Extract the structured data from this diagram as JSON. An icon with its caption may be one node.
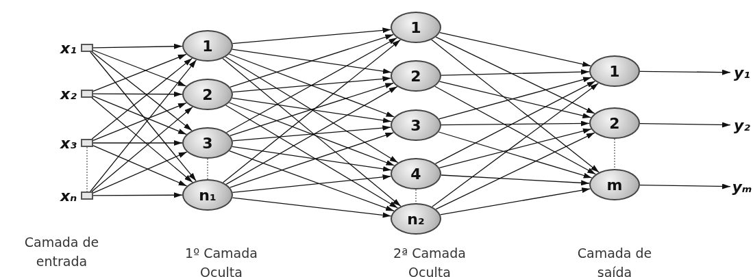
{
  "diagram": {
    "nodes": [
      {
        "text": [],
        "shape": "box",
        "beside": [
          "x₁"
        ]
      },
      {
        "text": [],
        "shape": "box",
        "beside": [
          "x₂"
        ]
      },
      {
        "text": [],
        "shape": "box",
        "beside": [
          "x₃"
        ]
      },
      {
        "text": [],
        "shape": "box",
        "beside": [
          "xₙ"
        ]
      },
      {
        "text": [
          "1"
        ]
      },
      {
        "text": [
          "2"
        ]
      },
      {
        "text": [
          "3"
        ]
      },
      {
        "text": [
          "n₁"
        ]
      },
      {
        "text": [
          "1"
        ]
      },
      {
        "text": [
          "2"
        ]
      },
      {
        "text": [
          "3"
        ]
      },
      {
        "text": [
          "4"
        ]
      },
      {
        "text": [
          "n₂"
        ]
      },
      {
        "text": [
          "1"
        ]
      },
      {
        "text": [
          "2"
        ]
      },
      {
        "text": [
          "m"
        ]
      },
      {
        "text": [
          "y₁"
        ]
      },
      {
        "text": [
          "y₂"
        ]
      },
      {
        "text": [
          "yₘ"
        ]
      }
    ],
    "edges": [
      {
        "from": 0,
        "to": 4,
        "arrow": "to"
      },
      {
        "from": 0,
        "to": 5,
        "arrow": "to"
      },
      {
        "from": 0,
        "to": 6,
        "arrow": "to"
      },
      {
        "from": 0,
        "to": 7,
        "arrow": "to"
      },
      {
        "from": 1,
        "to": 4,
        "arrow": "to"
      },
      {
        "from": 1,
        "to": 5,
        "arrow": "to"
      },
      {
        "from": 1,
        "to": 6,
        "arrow": "to"
      },
      {
        "from": 1,
        "to": 7,
        "arrow": "to"
      },
      {
        "from": 2,
        "to": 4,
        "arrow": "to"
      },
      {
        "from": 2,
        "to": 5,
        "arrow": "to"
      },
      {
        "from": 2,
        "to": 6,
        "arrow": "to"
      },
      {
        "from": 2,
        "to": 7,
        "arrow": "to"
      },
      {
        "from": 3,
        "to": 4,
        "arrow": "to"
      },
      {
        "from": 3,
        "to": 5,
        "arrow": "to"
      },
      {
        "from": 3,
        "to": 6,
        "arrow": "to"
      },
      {
        "from": 3,
        "to": 7,
        "arrow": "to"
      },
      {
        "from": 4,
        "to": 8,
        "arrow": "to"
      },
      {
        "from": 4,
        "to": 9,
        "arrow": "to"
      },
      {
        "from": 4,
        "to": 10,
        "arrow": "to"
      },
      {
        "from": 4,
        "to": 11,
        "arrow": "to"
      },
      {
        "from": 4,
        "to": 12,
        "arrow": "to"
      },
      {
        "from": 5,
        "to": 8,
        "arrow": "to"
      },
      {
        "from": 5,
        "to": 9,
        "arrow": "to"
      },
      {
        "from": 5,
        "to": 10,
        "arrow": "to"
      },
      {
        "from": 5,
        "to": 11,
        "arrow": "to"
      },
      {
        "from": 5,
        "to": 12,
        "arrow": "to"
      },
      {
        "from": 6,
        "to": 8,
        "arrow": "to"
      },
      {
        "from": 6,
        "to": 9,
        "arrow": "to"
      },
      {
        "from": 6,
        "to": 10,
        "arrow": "to"
      },
      {
        "from": 6,
        "to": 11,
        "arrow": "to"
      },
      {
        "from": 6,
        "to": 12,
        "arrow": "to"
      },
      {
        "from": 7,
        "to": 8,
        "arrow": "to"
      },
      {
        "from": 7,
        "to": 9,
        "arrow": "to"
      },
      {
        "from": 7,
        "to": 10,
        "arrow": "to"
      },
      {
        "from": 7,
        "to": 11,
        "arrow": "to"
      },
      {
        "from": 7,
        "to": 12,
        "arrow": "to"
      },
      {
        "from": 8,
        "to": 13,
        "arrow": "to"
      },
      {
        "from": 8,
        "to": 14,
        "arrow": "to"
      },
      {
        "from": 8,
        "to": 15,
        "arrow": "to"
      },
      {
        "from": 9,
        "to": 13,
        "arrow": "to"
      },
      {
        "from": 9,
        "to": 14,
        "arrow": "to"
      },
      {
        "from": 9,
        "to": 15,
        "arrow": "to"
      },
      {
        "from": 10,
        "to": 13,
        "arrow": "to"
      },
      {
        "from": 10,
        "to": 14,
        "arrow": "to"
      },
      {
        "from": 10,
        "to": 15,
        "arrow": "to"
      },
      {
        "from": 11,
        "to": 13,
        "arrow": "to"
      },
      {
        "from": 11,
        "to": 14,
        "arrow": "to"
      },
      {
        "from": 11,
        "to": 15,
        "arrow": "to"
      },
      {
        "from": 12,
        "to": 13,
        "arrow": "to"
      },
      {
        "from": 12,
        "to": 14,
        "arrow": "to"
      },
      {
        "from": 12,
        "to": 15,
        "arrow": "to"
      },
      {
        "from": 13,
        "to": 16,
        "arrow": "to"
      },
      {
        "from": 14,
        "to": 17,
        "arrow": "to"
      },
      {
        "from": 15,
        "to": 18,
        "arrow": "to"
      },
      {
        "from": 2,
        "to": 3,
        "arrow": "none",
        "style": "dashed",
        "color": "#999999"
      },
      {
        "from": 6,
        "to": 7,
        "arrow": "none",
        "style": "dashed",
        "color": "#999999"
      },
      {
        "from": 11,
        "to": 12,
        "arrow": "none",
        "style": "dashed",
        "color": "#999999"
      },
      {
        "from": 14,
        "to": 15,
        "arrow": "none",
        "style": "dashed",
        "color": "#999999"
      }
    ],
    "labels": [
      "Camada de entrada",
      "1º Camada Oculta",
      "2ª Camada Oculta",
      "Camada de saída"
    ]
  }
}
